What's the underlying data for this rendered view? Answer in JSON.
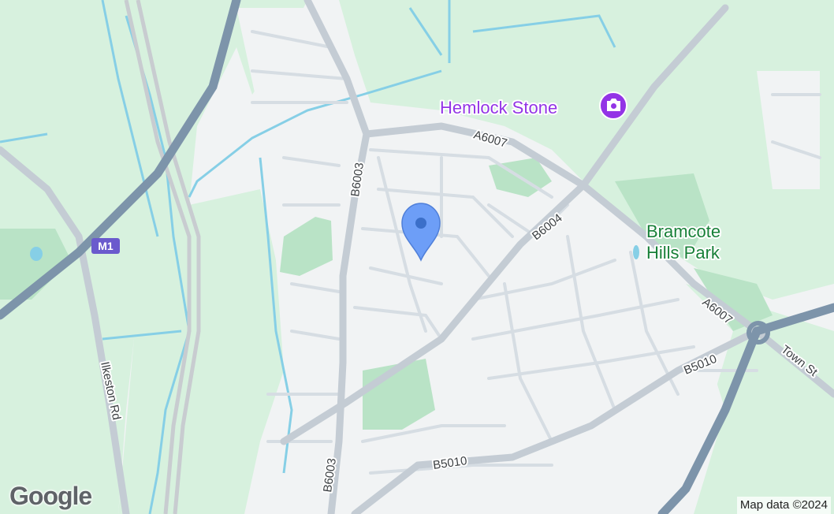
{
  "labels": {
    "poi_hemlock": "Hemlock Stone",
    "park_line1": "Bramcote",
    "park_line2": "Hills Park",
    "m1": "M1",
    "a6007_top": "A6007",
    "a6007_right": "A6007",
    "b6003_top": "B6003",
    "b6003_bottom": "B6003",
    "b6004": "B6004",
    "b5010_right": "B5010",
    "b5010_bottom": "B5010",
    "town_st": "Town St",
    "ilkeston_rd": "Ilkeston Rd"
  },
  "branding": {
    "logo": "Google",
    "attribution": "Map data ©2024"
  },
  "colors": {
    "background": "#f1f3f4",
    "green_area": "#d4f0dc",
    "park": "#a8dab5",
    "water": "#7ecbe3",
    "motorway": "#7b93ab",
    "main_road": "#c2cbd4",
    "minor_road": "#dde3e8",
    "marker": "#6b9cf7",
    "poi": "#9334e6"
  },
  "icons": {
    "location_marker": "map-pin-icon",
    "poi": "camera-icon"
  }
}
